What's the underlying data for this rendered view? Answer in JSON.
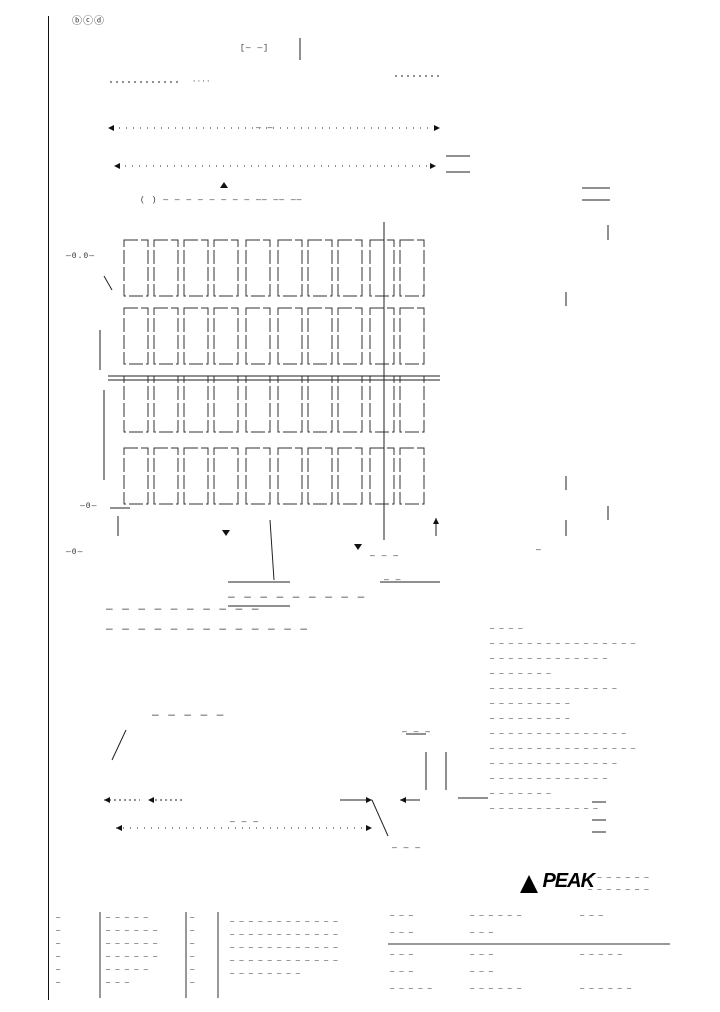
{
  "drawing": {
    "top_mark": "ⓑⓒⓓ",
    "labels": {
      "top_dim": "[— —]",
      "top_small": "····",
      "center_dim": "— —",
      "upper_callout": "(  )  — — —  — —  — —  —  —— ——  ——",
      "left_callout_a": "—0.0—",
      "left_callout_b": "—0—",
      "left_bottom": "—0—",
      "right_note": "—",
      "bottom_center": "—  — —",
      "bottom_right": "— —",
      "block_label": "— — —  — — —  — — —",
      "section_caption_line1": "— — — — — —  — — — —",
      "section_caption_line2": "— — — — — — — — —  — — — —",
      "side_label": "— — — — —",
      "lower_dim": "— — —",
      "lower_small": "— — —",
      "lower_right": "— — —"
    },
    "notes": [
      "— — — —",
      "— — — — — — — — — — — — — — — —",
      "— — — — — — — — — — — — —",
      "— — — — — — —",
      "— — — — — — — — — — — — — —",
      "— — — — — — — — —",
      "— — — — — — — — —",
      "— — — — — — — — — — — — — — —",
      "— — — — — — — — — — — — — — — —",
      "— — — — — — — — — — — — — —",
      "— — — — — — — — — — — — —",
      "— — — — — — —",
      "— — — — — — — — — — — —"
    ],
    "title_block": {
      "company": "PEAK",
      "company_tag_line1": "— — — — — — —",
      "company_tag_line2": "— — — — — — —",
      "rev_col": [
        "—",
        "—",
        "—",
        "—",
        "—",
        "—"
      ],
      "desc_col": [
        "— — — — —",
        "— — — — — —",
        "— — — — — —",
        "— — — — — —",
        "— — — — —",
        "— — —"
      ],
      "date_col": [
        "—",
        "—",
        "—",
        "—",
        "—",
        "—"
      ],
      "spec_lines": [
        "— — — — — — — — — — — —",
        "— — — — — — — — — — — —",
        "— — — — — — — — — — — —",
        "— — — — — — — — — — — —",
        "— — — — — — — —"
      ],
      "right_rows": [
        [
          "— — —",
          "— — — — — —",
          "— — —"
        ],
        [
          "— — —",
          "— — —",
          ""
        ],
        [
          "— — —",
          "— — —",
          "— — — — —"
        ],
        [
          "— — —",
          "— — —",
          ""
        ],
        [
          "— — — — —",
          "— — — — — —",
          "— — — — — —"
        ]
      ]
    }
  }
}
